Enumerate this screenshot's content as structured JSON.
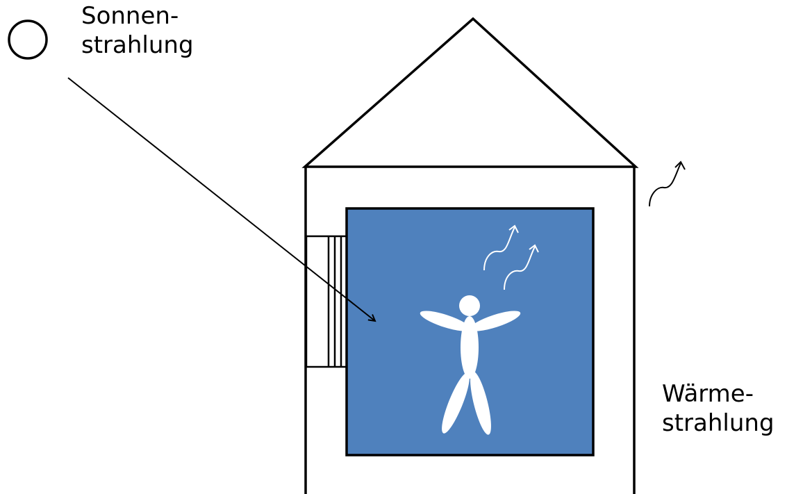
{
  "labels": {
    "sun": {
      "line1": "Sonnen-",
      "line2": "strahlung"
    },
    "heat": {
      "line1": "Wärme-",
      "line2": "strahlung"
    }
  },
  "colors": {
    "room_fill": "#4f81bd",
    "outline": "#000000",
    "figure": "#ffffff",
    "background": "#ffffff"
  },
  "icons": {
    "sun": "sun-icon",
    "person": "person-icon",
    "window": "window-icon"
  }
}
